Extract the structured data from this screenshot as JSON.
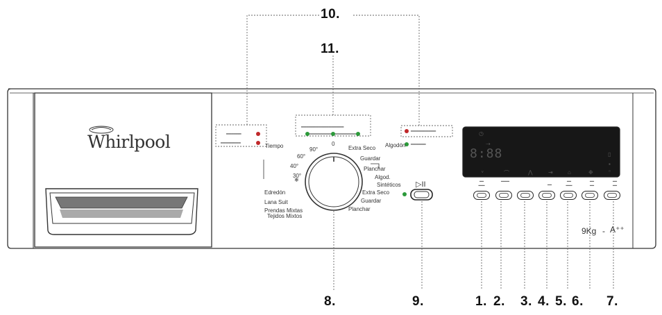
{
  "callouts": {
    "c10": "10.",
    "c11": "11.",
    "c8": "8.",
    "c9": "9.",
    "c1": "1.",
    "c2": "2.",
    "c3": "3.",
    "c4": "4.",
    "c5": "5.",
    "c6": "6.",
    "c7": "7."
  },
  "brand": {
    "name": "Whirlpool",
    "logo_mark": "wave-oval-logo"
  },
  "dial": {
    "left_labels": [
      "Tiempo",
      "90°",
      "60°",
      "40°",
      "30°",
      "❄",
      "Edredón",
      "Lana Suit",
      "Prendas Mixtas",
      "Tejidos Mixtos"
    ],
    "right_labels": [
      "0",
      "Extra Seco",
      "Guardar",
      "Planchar",
      "Algodón",
      "Algod.",
      "Sintéticos",
      "Extra Seco",
      "Guardar",
      "Planchar"
    ]
  },
  "start_pause": {
    "symbol": "▷II"
  },
  "spec": {
    "capacity": "9Kg",
    "energy_class": "A⁺⁺"
  },
  "display": {
    "digits": "8:88"
  },
  "colors": {
    "led_red": "#c0282a",
    "led_green": "#2c9a3a",
    "panel_line": "#333333"
  }
}
